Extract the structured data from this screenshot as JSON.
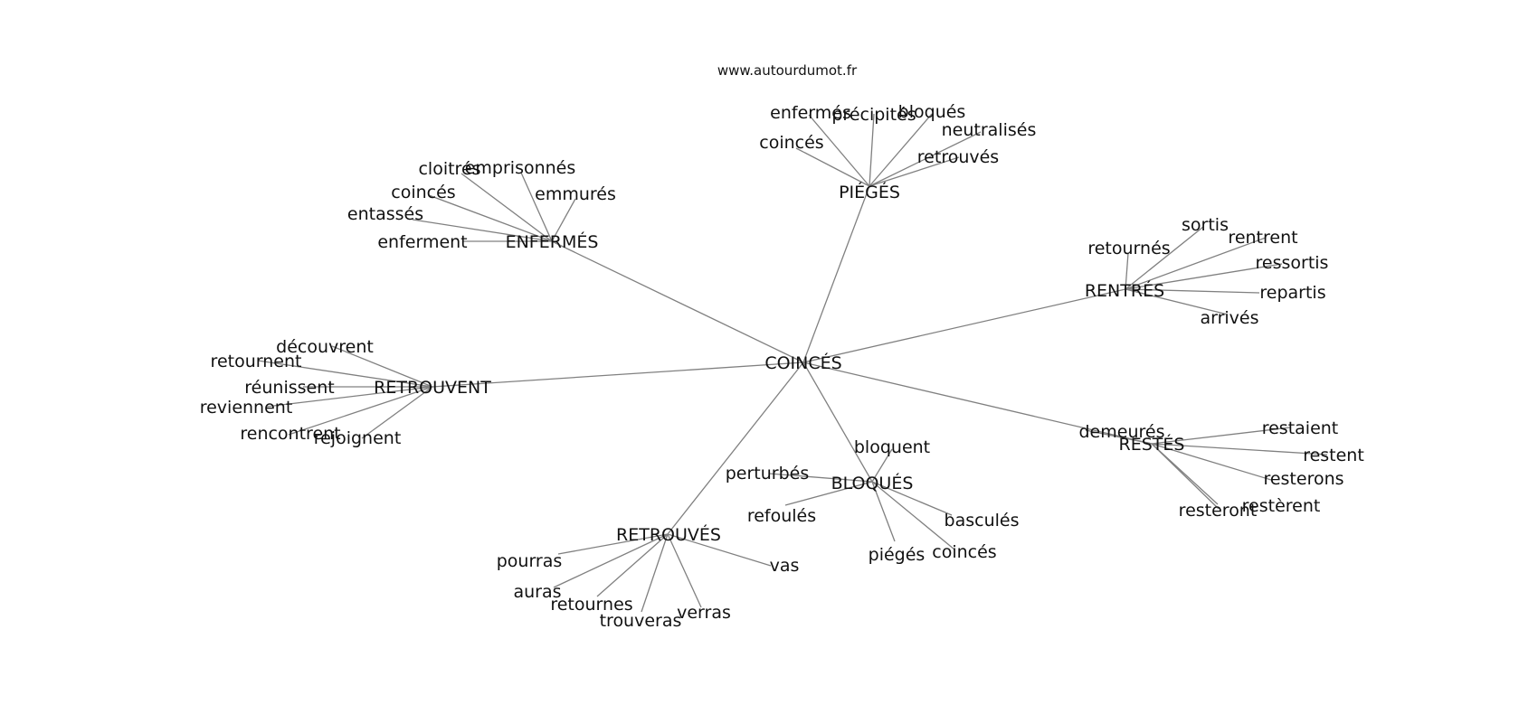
{
  "watermark": "www.autourdumot.fr",
  "center": "COINCÉS",
  "clusters": [
    {
      "hub": "ENFERMÉS",
      "words": [
        "cloitrés",
        "emprisonnés",
        "emmurés",
        "coincés",
        "entassés",
        "enferment"
      ]
    },
    {
      "hub": "PIÉGÉS",
      "words": [
        "enfermés",
        "précipités",
        "bloqués",
        "neutralisés",
        "coincés",
        "retrouvés"
      ]
    },
    {
      "hub": "RENTRÉS",
      "words": [
        "sortis",
        "retournés",
        "rentrent",
        "ressortis",
        "repartis",
        "arrivés"
      ]
    },
    {
      "hub": "RETROUVENT",
      "words": [
        "découvrent",
        "retournent",
        "réunissent",
        "reviennent",
        "rencontrent",
        "rejoignent"
      ]
    },
    {
      "hub": "RESTÉS",
      "words": [
        "demeurés",
        "restaient",
        "restent",
        "resterons",
        "resteront",
        "restèrent"
      ]
    },
    {
      "hub": "BLOQUÉS",
      "words": [
        "bloquent",
        "perturbés",
        "refoulés",
        "basculés",
        "piégés",
        "coincés"
      ]
    },
    {
      "hub": "RETROUVÉS",
      "words": [
        "pourras",
        "auras",
        "retournes",
        "trouveras",
        "verras",
        "vas"
      ]
    }
  ]
}
